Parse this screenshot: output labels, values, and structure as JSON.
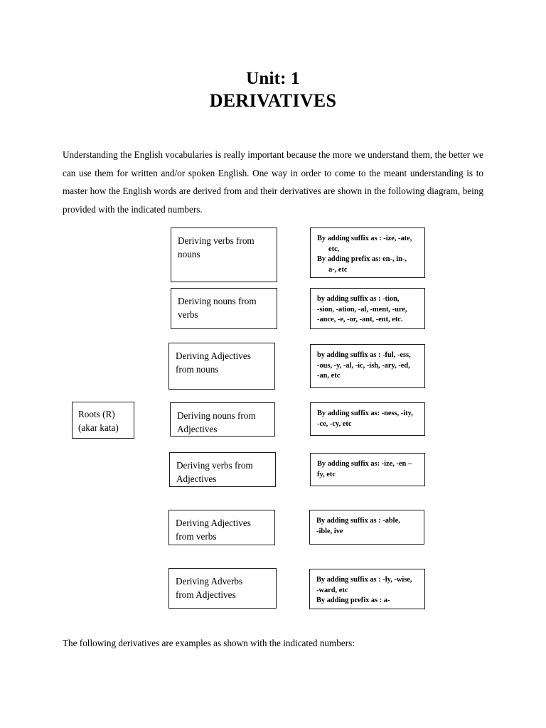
{
  "document": {
    "title_line_1": "Unit: 1",
    "title_line_2": "DERIVATIVES",
    "intro_paragraph": "Understanding the English vocabularies is really important because the more we understand them, the better we can use them for written and/or spoken English. One way in order to come to the meant understanding is to master how the English words are derived from and their derivatives are shown in the following diagram, being provided with the indicated numbers.",
    "closing_line": "The following derivatives are examples as shown with the indicated numbers:"
  },
  "diagram": {
    "root_box": {
      "line_1": "Roots (R)",
      "line_2": "(akar kata)"
    },
    "left_boxes": [
      {
        "line_1": "Deriving verbs from",
        "line_2": "nouns"
      },
      {
        "line_1": "Deriving nouns from",
        "line_2": "verbs"
      },
      {
        "line_1": "Deriving Adjectives",
        "line_2": "from nouns"
      },
      {
        "line_1": "Deriving nouns from",
        "line_2": "Adjectives"
      },
      {
        "line_1": "Deriving verbs from",
        "line_2": "Adjectives"
      },
      {
        "line_1": "Deriving Adjectives",
        "line_2": "from verbs"
      },
      {
        "line_1": "Deriving Adverbs",
        "line_2": "from Adjectives"
      }
    ],
    "right_boxes": [
      {
        "line_1": "By adding suffix as : -ize, -ate,",
        "line_2": "etc,",
        "line_3": "By adding prefix as: en-, in-,",
        "line_4": "a-, etc"
      },
      {
        "line_1": "by adding suffix as : -tion,",
        "line_2": "-sion, -ation, -al, -ment, -ure,",
        "line_3": "-ance, -e, -or, -ant, -ent, etc.",
        "line_4": ""
      },
      {
        "line_1": "by adding suffix as : -ful, -ess,",
        "line_2": "-ous, -y, -al, -ic, -ish, -ary, -ed,",
        "line_3": "-an, etc",
        "line_4": ""
      },
      {
        "line_1": "By adding suffix as: -ness, -ity,",
        "line_2": "-ce, -cy, etc",
        "line_3": "",
        "line_4": ""
      },
      {
        "line_1": "By adding suffix as: -ize, -en –",
        "line_2": "fy, etc",
        "line_3": "",
        "line_4": ""
      },
      {
        "line_1": "By adding suffix as : -able,",
        "line_2": "-ible, ive",
        "line_3": "",
        "line_4": ""
      },
      {
        "line_1": "By adding suffix as : -ly, -wise,",
        "line_2": "-ward, etc",
        "line_3": "By adding prefix as : a-",
        "line_4": ""
      }
    ]
  },
  "colors": {
    "page_background": "#ffffff",
    "text": "#000000",
    "box_border": "#1a1a1a"
  }
}
